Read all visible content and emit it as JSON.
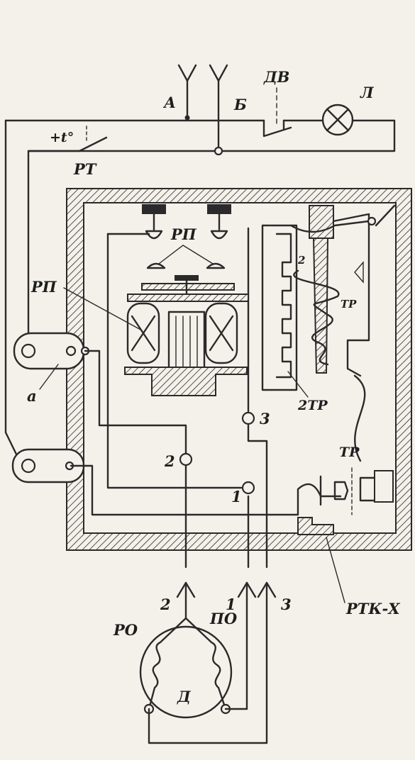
{
  "labels": {
    "socket_a": "А",
    "socket_b": "Б",
    "door_switch": "ДВ",
    "lamp": "Л",
    "thermostat_temp": "+t°",
    "thermostat": "РТ",
    "relay_rp_top": "РП",
    "relay_rp_left": "РП",
    "terminal_block": "а",
    "heater_tr": "ТР",
    "bimetal_2tr": "2ТР",
    "coil_mark": "2",
    "contact_tr": "ТР",
    "pin_3": "3",
    "pin_2": "2",
    "pin_1": "1",
    "housing": "РТК-Х",
    "plug_2": "2",
    "plug_1": "1",
    "plug_3": "3",
    "winding_ro": "РО",
    "winding_po": "ПО",
    "motor": "Д"
  },
  "colors": {
    "ink": "#2a2a2a",
    "paper": "#f4f1ea"
  }
}
